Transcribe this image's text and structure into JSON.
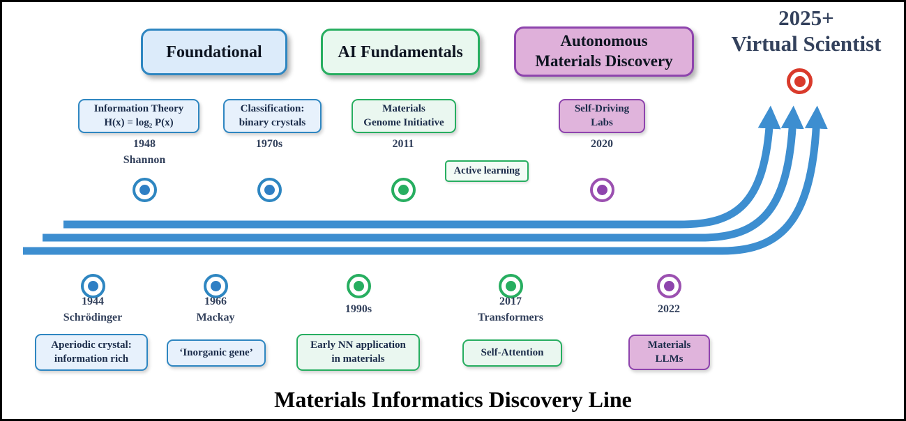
{
  "diagram": {
    "title": "Materials Informatics Discovery Line",
    "eras": {
      "foundational": {
        "label": "Foundational"
      },
      "ai_fundamentals": {
        "label": "AI Fundamentals"
      },
      "autonomous": {
        "line1": "Autonomous",
        "line2": "Materials Discovery"
      }
    },
    "future": {
      "year": "2025+",
      "label": "Virtual Scientist"
    },
    "annotations": {
      "active_learning": "Active learning"
    },
    "top_events": {
      "shannon": {
        "box_line1": "Information Theory",
        "box_line2": "H(x) = log₂ P(x)",
        "year": "1948",
        "person": "Shannon"
      },
      "classification": {
        "box_line1": "Classification:",
        "box_line2": "binary crystals",
        "year": "1970s"
      },
      "mgi": {
        "box_line1": "Materials",
        "box_line2": "Genome Initiative",
        "year": "2011"
      },
      "self_driving_labs": {
        "box_line1": "Self-Driving",
        "box_line2": "Labs",
        "year": "2020"
      }
    },
    "bottom_events": {
      "schrodinger": {
        "year": "1944",
        "person": "Schrödinger",
        "box_line1": "Aperiodic crystal:",
        "box_line2": "information rich"
      },
      "mackay": {
        "year": "1966",
        "person": "Mackay",
        "box_line1": "‘Inorganic gene’"
      },
      "early_nn": {
        "year": "1990s",
        "box_line1": "Early NN application",
        "box_line2": "in materials"
      },
      "transformers": {
        "year": "2017",
        "person": "Transformers",
        "box_line1": "Self-Attention"
      },
      "materials_llms": {
        "year": "2022",
        "box_line1": "Materials",
        "box_line2": "LLMs"
      }
    },
    "colors": {
      "blue": "#2e86c1",
      "green": "#27ae60",
      "purple": "#8e44ad",
      "arrow_blue": "#3d8ed0",
      "target_red": "#d93a2b",
      "dark_text": "#33415c"
    }
  }
}
